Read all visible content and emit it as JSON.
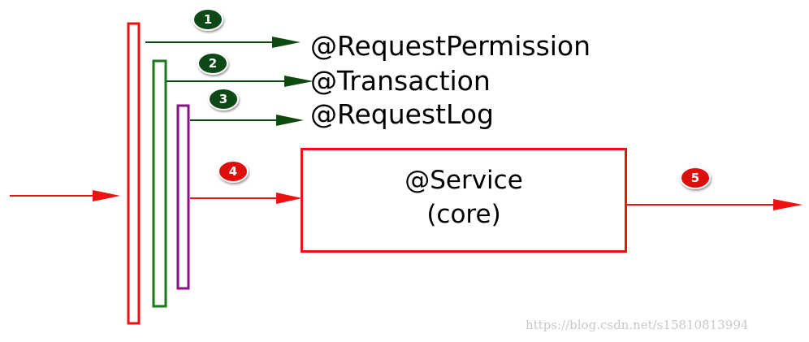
{
  "labels": {
    "permission": "@RequestPermission",
    "transaction": "@Transaction",
    "log": "@RequestLog"
  },
  "service": {
    "title": "@Service",
    "subtitle": "(core)"
  },
  "badges": {
    "b1": "1",
    "b2": "2",
    "b3": "3",
    "b4": "4",
    "b5": "5"
  },
  "watermark": "https://blog.csdn.net/s15810813994",
  "colors": {
    "red": "#ee1111",
    "green": "#1a7a1a",
    "purple": "#8a0f8a",
    "dark_green": "#0d4a0d",
    "badge_green": "#0b4a12",
    "badge_red": "#e01010"
  }
}
